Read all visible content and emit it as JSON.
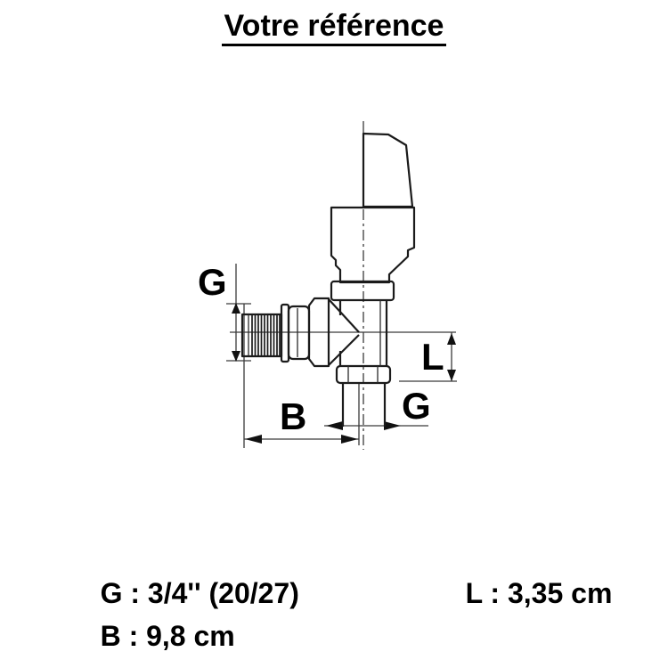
{
  "title": "Votre référence",
  "diagram": {
    "dimension_labels": {
      "g_inlet": "G",
      "l": "L",
      "g_outlet": "G",
      "b": "B"
    }
  },
  "specifications": {
    "g": {
      "label": "G",
      "separator": " : ",
      "value": "3/4'' (20/27)"
    },
    "b": {
      "label": "B",
      "separator": " : ",
      "value": "9,8 cm"
    },
    "l": {
      "label": "L",
      "separator": " : ",
      "value": "3,35 cm"
    }
  },
  "colors": {
    "ink": "#000000",
    "outline": "#1b1b1b",
    "thin_line": "#3a3a3a",
    "background": "#ffffff"
  }
}
